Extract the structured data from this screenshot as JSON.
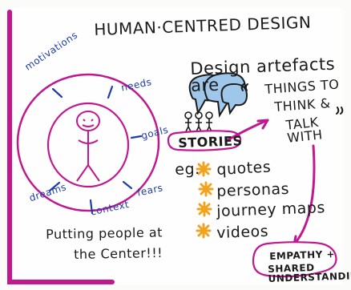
{
  "poster": {
    "title": "HUMAN·CENTRED DESIGN",
    "left": {
      "words": {
        "motivations": "motivations",
        "needs": "needs",
        "goals": "goals",
        "fears": "fears",
        "dreams": "dreams",
        "context": "context"
      },
      "caption_line1": "Putting people at",
      "caption_line2": "the Center!!!"
    },
    "right": {
      "header": "Design artefacts are",
      "quote_line1": "THINGS TO",
      "quote_line2": "THINK &",
      "quote_line3": "TALK WITH",
      "stories_label": "STORIES",
      "eg_label": "eg.",
      "examples": [
        "quotes",
        "personas",
        "journey maps",
        "videos"
      ],
      "empathy_line1": "EMPATHY +",
      "empathy_line2": "SHARED UNDERSTANDING"
    }
  },
  "colors": {
    "ink": "#1b1b1b",
    "purple": "#c0188f",
    "blue": "#1e3da8",
    "orange": "#f0a31f",
    "light_blue": "#9fc7ea"
  }
}
